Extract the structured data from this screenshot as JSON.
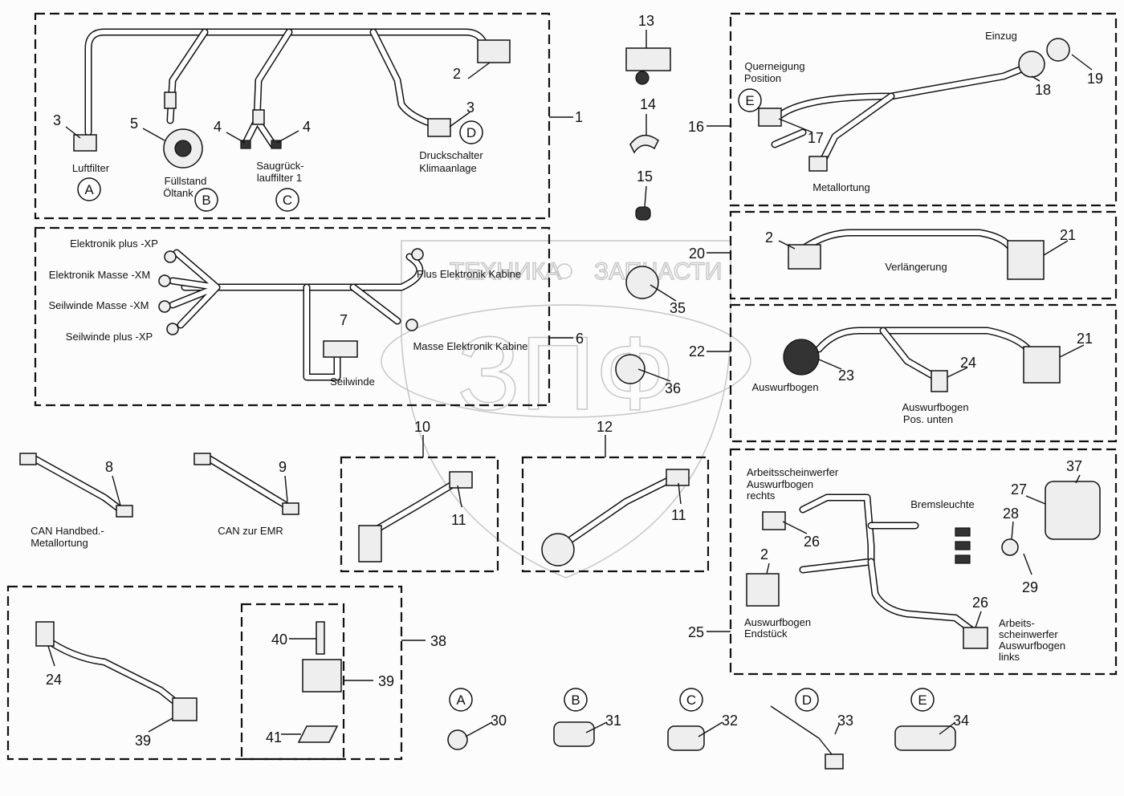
{
  "watermark": {
    "top_text_left": "ТЕХНИКА",
    "top_text_right": "ЗАПЧАСТИ",
    "emblem_text": "ЗПФ"
  },
  "callouts": {
    "n1": "1",
    "n2a": "2",
    "n3a": "3",
    "n3b": "3",
    "n5": "5",
    "n4a": "4",
    "n4b": "4",
    "n13": "13",
    "n14": "14",
    "n15": "15",
    "n16": "16",
    "n17": "17",
    "n18": "18",
    "n19": "19",
    "n20": "20",
    "n21a": "21",
    "n2b": "2",
    "n35": "35",
    "n7": "7",
    "n6": "6",
    "n36": "36",
    "n22": "22",
    "n23": "23",
    "n24a": "24",
    "n21b": "21",
    "n10": "10",
    "n12": "12",
    "n11a": "11",
    "n11b": "11",
    "n8": "8",
    "n9": "9",
    "n37": "37",
    "n27": "27",
    "n28": "28",
    "n26a": "26",
    "n29": "29",
    "n2c": "2",
    "n26b": "26",
    "n25": "25",
    "n38": "38",
    "n40": "40",
    "n39a": "39",
    "n24b": "24",
    "n39b": "39",
    "n41": "41",
    "n30": "30",
    "n31": "31",
    "n32": "32",
    "n33": "33",
    "n34": "34"
  },
  "circled_letters": {
    "A": "A",
    "B": "B",
    "C": "C",
    "D": "D",
    "E": "E"
  },
  "labels": {
    "luftfilter": "Luftfilter",
    "fuellstand_1": "Füllstand",
    "fuellstand_2": "Öltank",
    "saug_1": "Saugrück-",
    "saug_2": "lauffilter 1",
    "druck_1": "Druckschalter",
    "druck_2": "Klimaanlage",
    "einzug": "Einzug",
    "quer_1": "Querneigung",
    "quer_2": "Position",
    "metallortung": "Metallortung",
    "verlaengerung": "Verlängerung",
    "el_plus": "Elektronik plus -XP",
    "el_masse": "Elektronik Masse -XM",
    "sw_masse": "Seilwinde Masse -XM",
    "sw_plus": "Seilwinde plus -XP",
    "plus_kabine": "Plus Elektronik Kabine",
    "masse_kabine": "Masse Elektronik Kabine",
    "seilwinde": "Seilwinde",
    "auswurfbogen": "Auswurfbogen",
    "ausw_pos_1": "Auswurfbogen",
    "ausw_pos_2": "Pos. unten",
    "can_hand_1": "CAN Handbed.-",
    "can_hand_2": "Metallortung",
    "can_emr": "CAN zur EMR",
    "aw_rechts_1": "Arbeitsscheinwerfer",
    "aw_rechts_2": "Auswurfbogen",
    "aw_rechts_3": "rechts",
    "bremsleuchte": "Bremsleuchte",
    "endstueck_1": "Auswurfbogen",
    "endstueck_2": "Endstück",
    "aw_links_1": "Arbeits-",
    "aw_links_2": "scheinwerfer",
    "aw_links_3": "Auswurfbogen",
    "aw_links_4": "links"
  }
}
